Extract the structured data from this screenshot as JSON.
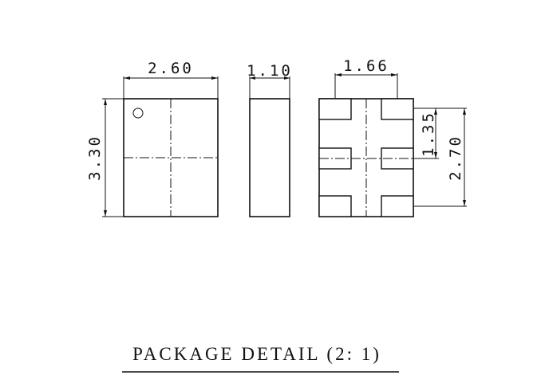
{
  "dimensions": {
    "top_width": "2.60",
    "top_height": "3.30",
    "side_thickness": "1.10",
    "bottom_pad_span": "1.66",
    "bottom_inner_pitch": "1.35",
    "bottom_outer_pitch": "2.70"
  },
  "caption": "PACKAGE DETAIL (2: 1)"
}
